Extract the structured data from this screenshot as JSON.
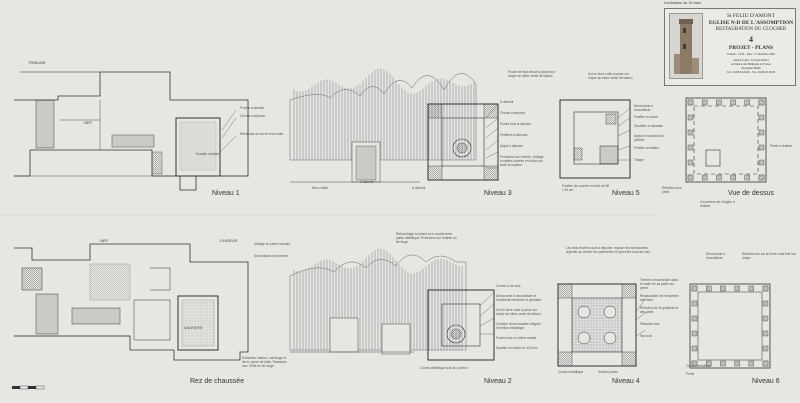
{
  "cartouche": {
    "stamp": "d'ordinateur du 15 mars",
    "place": "St FELIU D'AMONT",
    "church": "EGLISE N-D DE L'ASSOMPTION",
    "project": "RESTAURATION DU CLOCHER",
    "sheet_number": "4",
    "sheet_title": "PROJET - PLANS",
    "scale_line": "Echelle : 1/100 - Date : 15 décembre 1998",
    "architect_lines": [
      "Alain Tocchet - Travaux Publics",
      "Architecte des Bâtiments de France",
      "Perpignan 66000",
      "Tél : 04.68.34.00.00 - Fax : 04.68.35.00.00"
    ]
  },
  "plans": {
    "niveau1": {
      "title": "Niveau 1",
      "tribune": "TRIBUNE",
      "nef": "NEF",
      "note1": "Porche à démolir",
      "note2": "Chenal à déposer",
      "note3": "Rehausse de sol en terre cuite",
      "note4": "Escalier existant"
    },
    "rdc": {
      "title": "Rez de chaussée",
      "nef": "NEF",
      "choeur": "CHOEUR",
      "sacristie": "SACRISTIE",
      "note1": "Dallage en pierre existant",
      "note2": "Sol existant à conserver",
      "bottom_note": "Extraction bastion, carrelage et dé en pierre de taille, Restaurer mur. Grille en fer forgé."
    },
    "niveau2": {
      "title": "Niveau 2",
      "top_note": "Rebouchage à ciment et à crochet avec partie métallique. Protection sur l'entrée du fer forgé.",
      "notes": [
        "Cornée à dé rasé",
        "Découverte à reconstituer et l'extrémité étanchée et plombée",
        "Sol en terre cuite à poser sur chape au béton armé de liaison",
        "Création d'une escalier intégrée en hélice métallique",
        "Poutre bois en chêne massif",
        "Escalier en hélice en 100 mm"
      ],
      "bottom": "Contre-métallique à la vis à béton"
    },
    "niveau3": {
      "title": "Niveau 3",
      "top_note": "Poutre de bois tenue à plomb sur chape un béton armé de liaison",
      "notes": [
        "À démolir",
        "Chenal à déposer",
        "Poutre bois à déposer",
        "Fenêtres à déposer",
        "Appui à déposer",
        "Protection sur l'entrée, Grillage à mailles carrées en béton sur toute la hauteur"
      ],
      "left1": "Bloc à bâtir",
      "left2": "À démolir",
      "mid": "À démolir"
    },
    "niveau4": {
      "title": "Niveau 4",
      "top_note": "Les trois fenêtres sont à déposer, reposer les menuiseries, rejointer au ciment les parements et reprendre tous les sols.",
      "notes": [
        "Plancher bois",
        "Mur bois"
      ],
      "right_notes": [
        "Trémie à reconstruire dans le cadre de sa partie sur pierre",
        "Restauration de l'ensemble des murs",
        "Réfection de la gouttière et des joints"
      ],
      "bottom1": "Contre-métallique",
      "bottom2": "Section prisée"
    },
    "niveau5": {
      "title": "Niveau 5",
      "top_note": "Sol en terre cuite à poser sur chape au béton armé de liaison",
      "notes": [
        "Découverte à reconstituer",
        "Fenêtre à couvrir",
        "Gouttière à replanter",
        "Appui en cauche à la poitrine",
        "Fenêtre à réaliser",
        "Trappe"
      ],
      "bottom": "Fenêtre de courrier en toile de 50 x 30 cm"
    },
    "niveau6": {
      "title": "Niveau 6",
      "notes": [
        "Découverte à reconstituer",
        "Réfection de sol en terre cuite fine sur chape"
      ],
      "bottom1": "Pente",
      "bottom2": "Contre-métallique"
    },
    "dessus": {
      "title": "Vue de dessus",
      "notes": [
        "Pente à réaliser",
        "Réfection des joints"
      ],
      "bottom": "Couverture de l'origine à réaliser"
    }
  }
}
